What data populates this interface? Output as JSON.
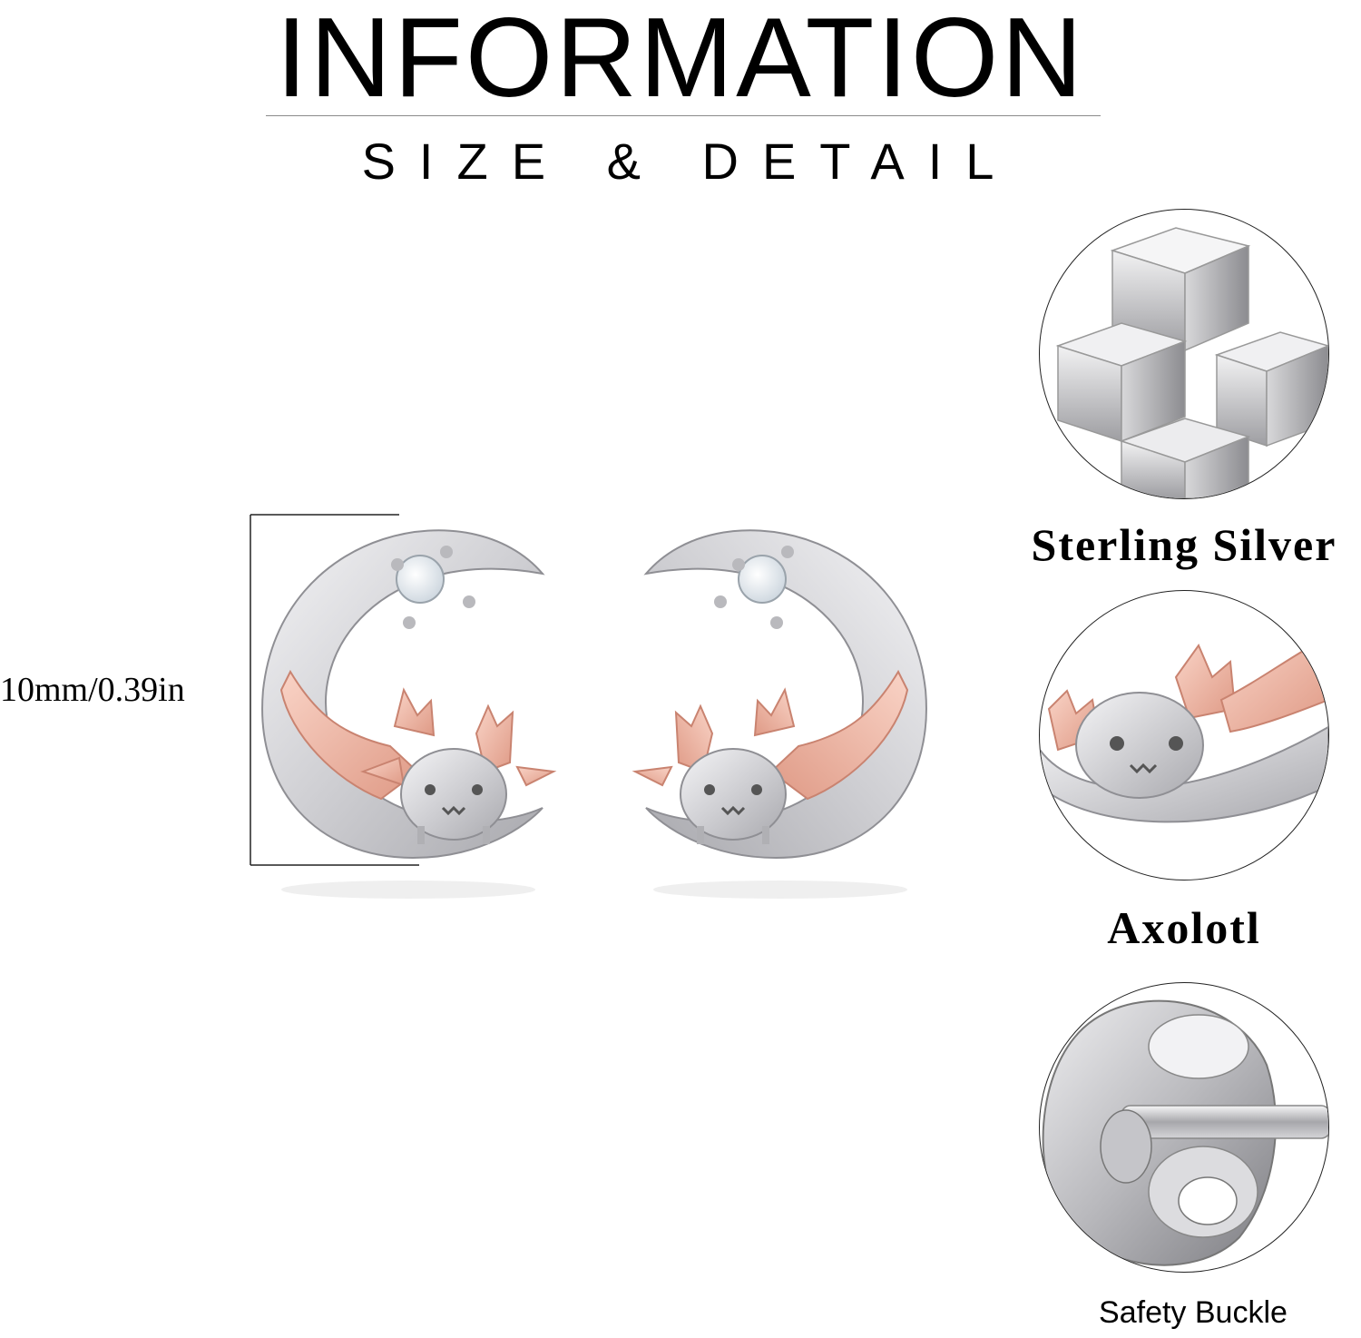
{
  "header": {
    "title": "INFORMATION",
    "subtitle": "SIZE & DETAIL"
  },
  "dimension": {
    "label": "10mm/0.39in"
  },
  "features": [
    {
      "label": "Sterling Silver",
      "icon": "silver-bars-icon"
    },
    {
      "label": "Axolotl",
      "icon": "axolotl-icon"
    },
    {
      "label": "Safety Buckle",
      "icon": "earring-back-icon"
    }
  ],
  "colors": {
    "silver": "#d9d9dc",
    "rose_gold": "#efb4a2",
    "text": "#000000"
  }
}
